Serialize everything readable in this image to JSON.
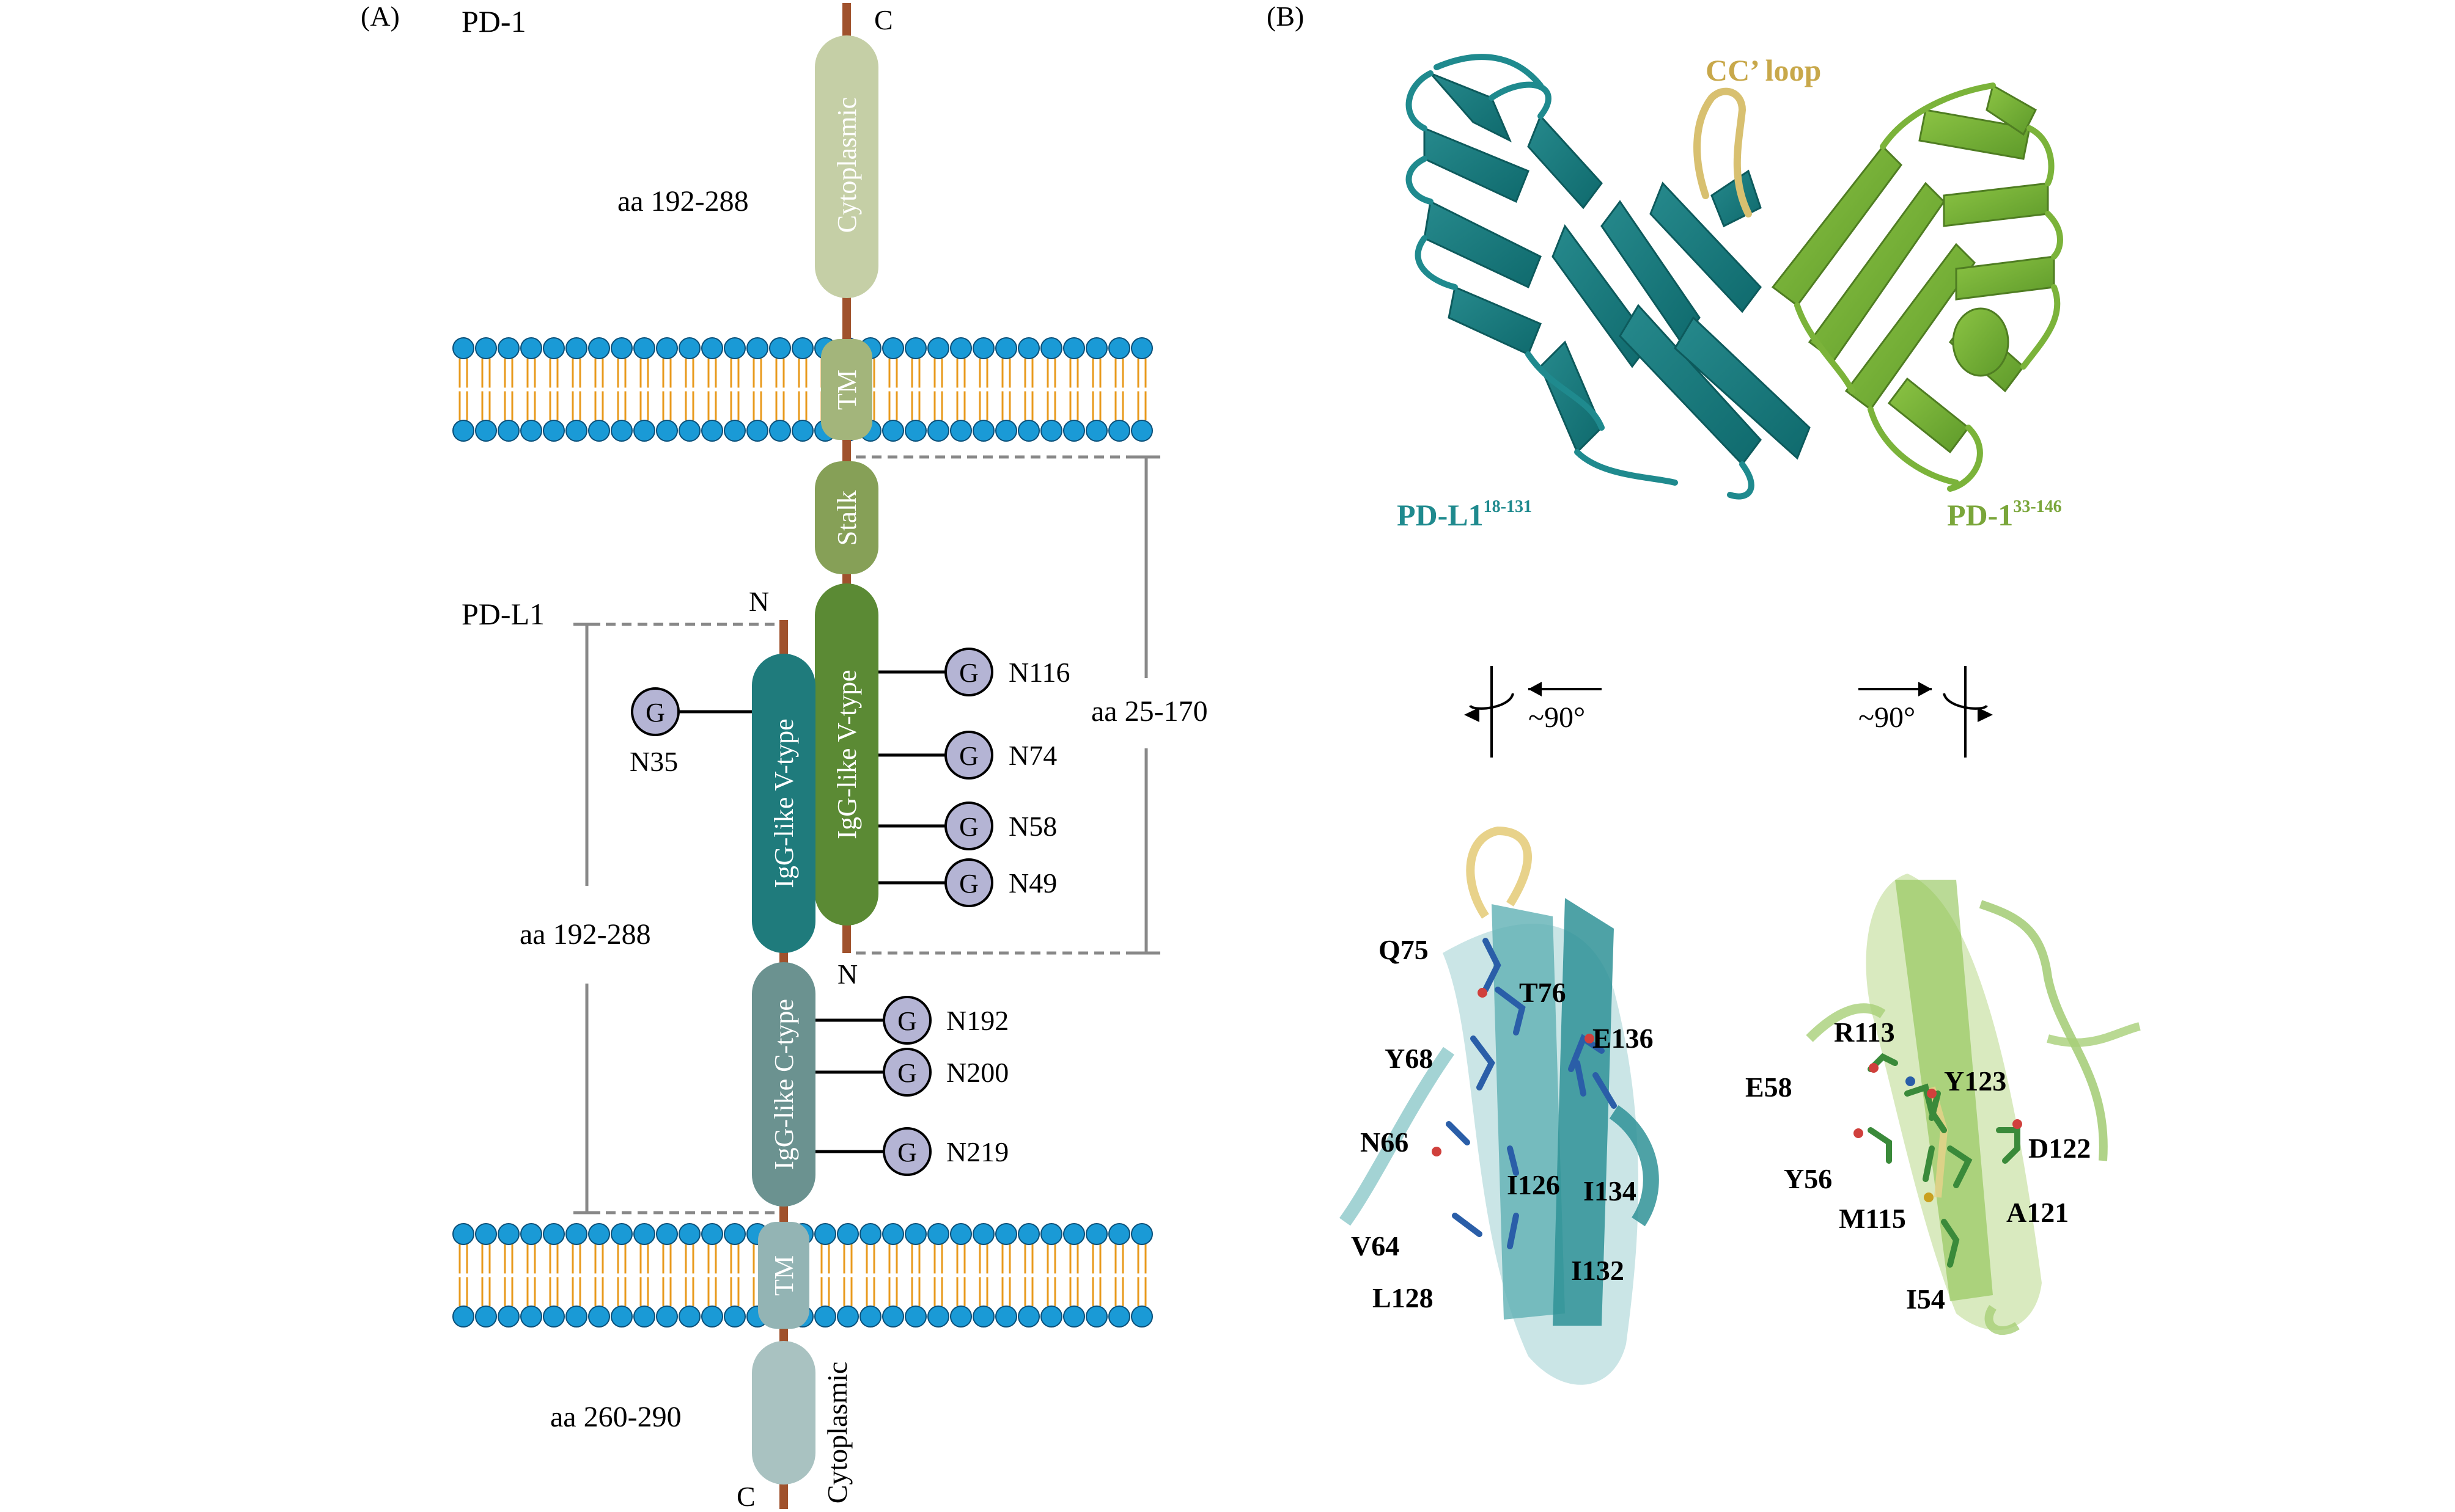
{
  "panel_a": {
    "label": "(A)",
    "pd1": {
      "title": "PD-1",
      "c_terminus": "C",
      "n_terminus": "N",
      "cytoplasmic_label": "Cytoplasmic",
      "cytoplasmic_range": "aa 192-288",
      "tm_label": "TM",
      "stalk_label": "Stalk",
      "ig_label": "IgG-like V-type",
      "extracellular_range": "aa 25-170",
      "glycosylation_sites": [
        "N116",
        "N74",
        "N58",
        "N49"
      ],
      "glycan_symbol": "G",
      "colors": {
        "cytoplasmic": "#c5cfa6",
        "tm": "#a3b57b",
        "stalk": "#86a057",
        "ig": "#5b8a34"
      }
    },
    "pdl1": {
      "title": "PD-L1",
      "n_terminus": "N",
      "c_terminus": "C",
      "v_label": "IgG-like V-type",
      "c_label": "IgG-like C-type",
      "tm_label": "TM",
      "cytoplasmic_label": "Cytoplasmic",
      "extracellular_range": "aa 192-288",
      "cytoplasmic_range": "aa 260-290",
      "glycosylation_sites": [
        "N35",
        "N192",
        "N200",
        "N219"
      ],
      "glycan_symbol": "G",
      "colors": {
        "v": "#1f7b7c",
        "c": "#6b9290",
        "tm": "#93b4b4",
        "cytoplasmic": "#a9c2c1"
      }
    },
    "membrane_colors": {
      "head": "#1a9ad6",
      "tail": "#e89a1c"
    },
    "chain_color": "#a0522d",
    "glycan_color": "#b4b4d4"
  },
  "panel_b": {
    "label": "(B)",
    "loop_label": "CC’ loop",
    "pdl1_label": "PD-L1",
    "pdl1_range": "18-131",
    "pd1_label": "PD-1",
    "pd1_range": "33-146",
    "rotation_label": "~90°",
    "pdl1_residues": [
      "Q75",
      "T76",
      "E136",
      "Y68",
      "N66",
      "I126",
      "I134",
      "V64",
      "I132",
      "L128"
    ],
    "pd1_residues": [
      "R113",
      "E58",
      "Y123",
      "D122",
      "Y56",
      "M115",
      "A121",
      "I54"
    ],
    "colors": {
      "pdl1": "#1f8a8e",
      "pd1": "#7bb33a",
      "loop": "#d8c070",
      "pd1_text": "#7aa63a",
      "pdl1_text": "#1f8a8e",
      "loop_text": "#c8a84a"
    }
  }
}
